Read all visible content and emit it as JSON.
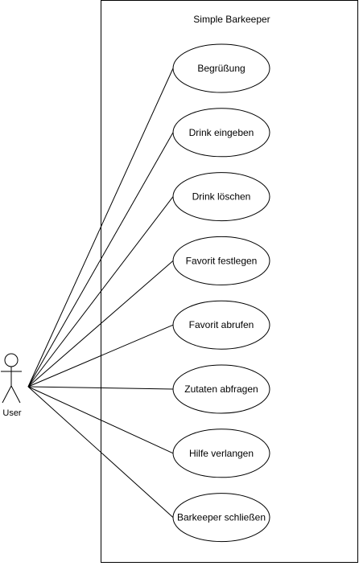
{
  "system": {
    "title": "Simple Barkeeper"
  },
  "actor": {
    "label": "User"
  },
  "use_cases": [
    {
      "id": "begruessung",
      "label": "Begrüßung"
    },
    {
      "id": "drink-eingeben",
      "label": "Drink eingeben"
    },
    {
      "id": "drink-loeschen",
      "label": "Drink löschen"
    },
    {
      "id": "favorit-festlegen",
      "label": "Favorit festlegen"
    },
    {
      "id": "favorit-abrufen",
      "label": "Favorit abrufen"
    },
    {
      "id": "zutaten-abfragen",
      "label": "Zutaten abfragen"
    },
    {
      "id": "hilfe-verlangen",
      "label": "Hilfe verlangen"
    },
    {
      "id": "barkeeper-schliessen",
      "label": "Barkeeper schließen"
    }
  ],
  "colors": {
    "stroke": "#000000",
    "fill": "#ffffff",
    "text": "#000000"
  }
}
